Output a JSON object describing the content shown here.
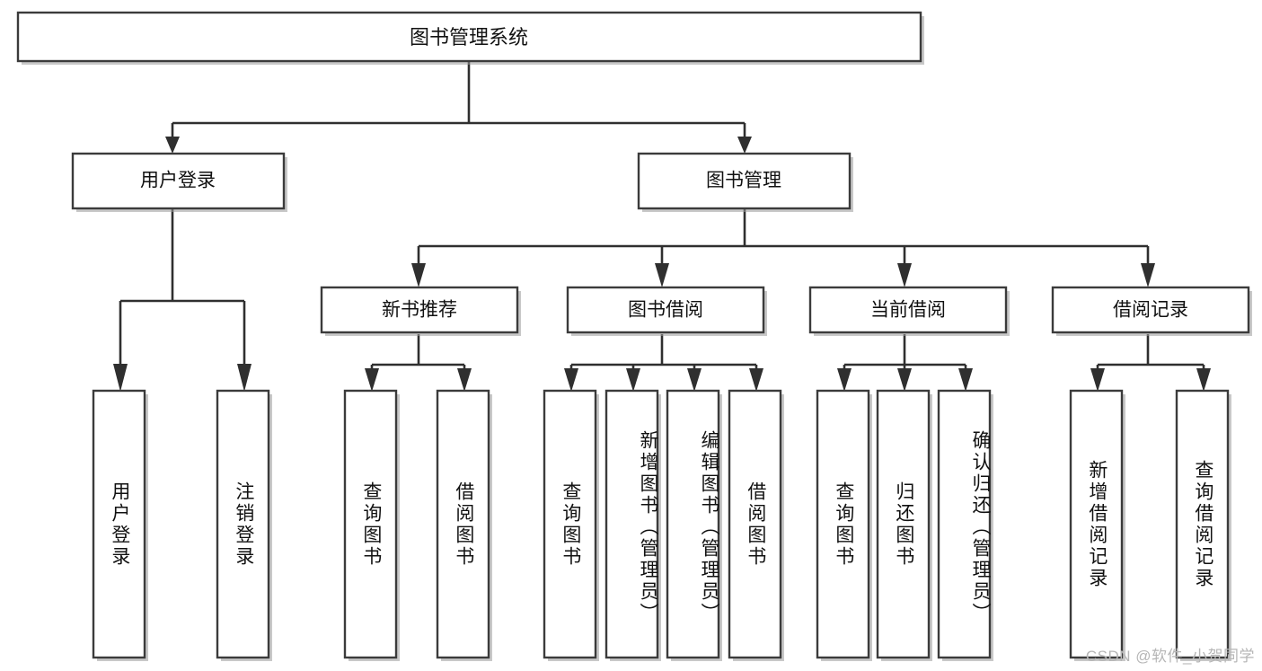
{
  "diagram": {
    "type": "tree-hierarchy",
    "title": "图书管理系统",
    "orientation": "top-down",
    "colors": {
      "box_fill": "#ffffff",
      "box_stroke": "#3b3b3b",
      "connector": "#2f2f2f",
      "text": "#111111",
      "watermark": "#b6b6b6",
      "background": "#ffffff"
    },
    "root": {
      "label": "图书管理系统"
    },
    "level2": [
      {
        "label": "用户登录"
      },
      {
        "label": "图书管理"
      }
    ],
    "level3": [
      {
        "label": "新书推荐"
      },
      {
        "label": "图书借阅"
      },
      {
        "label": "当前借阅"
      },
      {
        "label": "借阅记录"
      }
    ],
    "leaves": {
      "user_login": [
        {
          "label": "用户登录"
        },
        {
          "label": "注销登录"
        }
      ],
      "new_book_recommend": [
        {
          "label": "查询图书"
        },
        {
          "label": "借阅图书"
        }
      ],
      "book_borrow": [
        {
          "label": "查询图书"
        },
        {
          "label": "新增图书（管理员）"
        },
        {
          "label": "编辑图书（管理员）"
        },
        {
          "label": "借阅图书"
        }
      ],
      "current_borrow": [
        {
          "label": "查询图书"
        },
        {
          "label": "归还图书"
        },
        {
          "label": "确认归还（管理员）"
        }
      ],
      "borrow_record": [
        {
          "label": "新增借阅记录"
        },
        {
          "label": "查询借阅记录"
        }
      ]
    }
  },
  "watermark": {
    "text": "CSDN @软件_小贺同学"
  }
}
